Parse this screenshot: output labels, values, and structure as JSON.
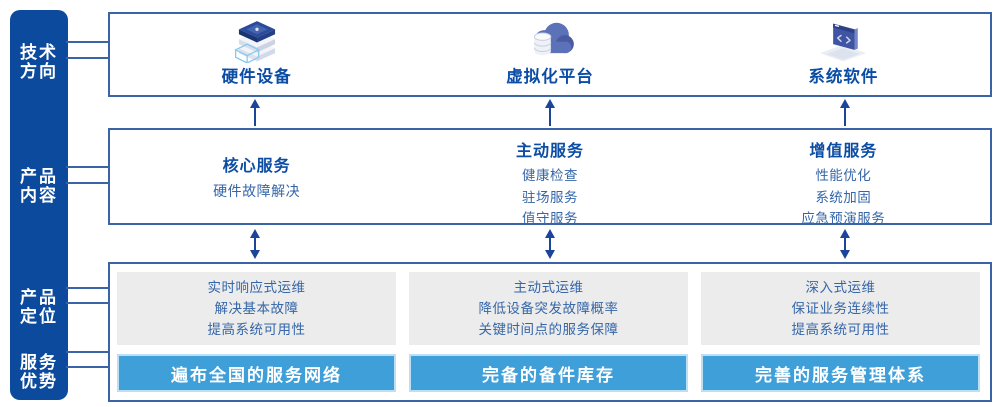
{
  "colors": {
    "sidebar": "#0c4a9e",
    "line": "#3a63a8",
    "title": "#0b4ca5",
    "item": "#3566a8",
    "graybox": "#ececec",
    "banner": "#3f9fd8",
    "banner_border": "#bcdff4",
    "arrow": "#1a459a"
  },
  "sidebar": {
    "sections": [
      {
        "label": "技术方向",
        "line1": "技术",
        "line2": "方向"
      },
      {
        "label": "产品内容",
        "line1": "产品",
        "line2": "内容"
      },
      {
        "label": "产品定位",
        "line1": "产品",
        "line2": "定位"
      },
      {
        "label": "服务优势",
        "line1": "服务",
        "line2": "优势"
      }
    ]
  },
  "tech_row": {
    "items": [
      {
        "icon": "server-stack-icon",
        "label": "硬件设备"
      },
      {
        "icon": "cloud-database-icon",
        "label": "虚拟化平台"
      },
      {
        "icon": "software-screen-icon",
        "label": "系统软件"
      }
    ]
  },
  "content_row": {
    "items": [
      {
        "title": "核心服务",
        "lines": [
          "硬件故障解决"
        ]
      },
      {
        "title": "主动服务",
        "lines": [
          "健康检查",
          "驻场服务",
          "值守服务"
        ]
      },
      {
        "title": "增值服务",
        "lines": [
          "性能优化",
          "系统加固",
          "应急预演服务"
        ]
      }
    ]
  },
  "positioning_row": {
    "items": [
      {
        "lines": [
          "实时响应式运维",
          "解决基本故障",
          "提高系统可用性"
        ],
        "banner": "遍布全国的服务网络"
      },
      {
        "lines": [
          "主动式运维",
          "降低设备突发故障概率",
          "关键时间点的服务保障"
        ],
        "banner": "完备的备件库存"
      },
      {
        "lines": [
          "深入式运维",
          "保证业务连续性",
          "提高系统可用性"
        ],
        "banner": "完善的服务管理体系"
      }
    ]
  }
}
